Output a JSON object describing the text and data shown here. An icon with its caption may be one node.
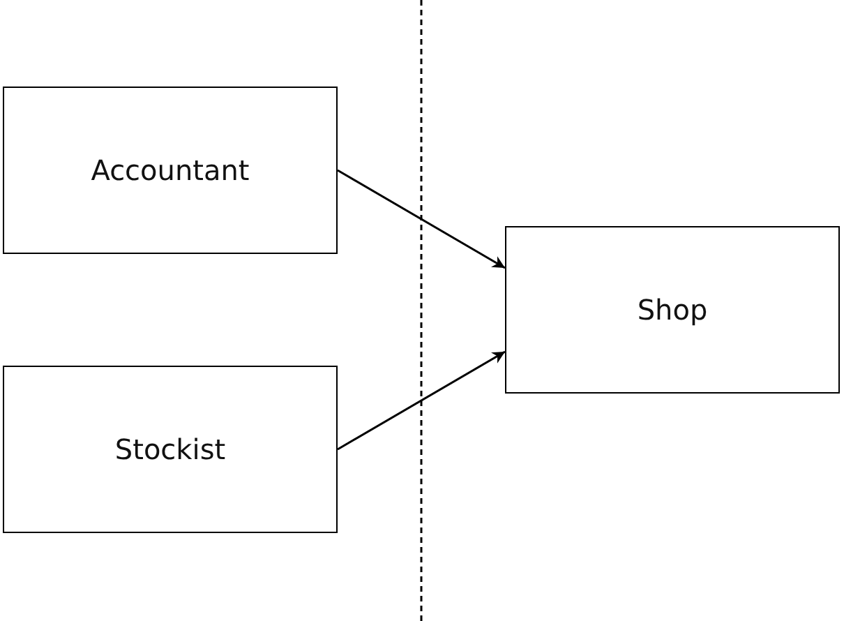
{
  "diagram": {
    "nodes": [
      {
        "text": [
          "Accountant"
        ]
      },
      {
        "text": [
          "Stockist"
        ]
      },
      {
        "text": [
          "Shop"
        ]
      }
    ],
    "edges": [
      {
        "from": 0,
        "to": 2,
        "arrow": "to"
      },
      {
        "from": 1,
        "to": 2,
        "arrow": "to"
      }
    ]
  }
}
